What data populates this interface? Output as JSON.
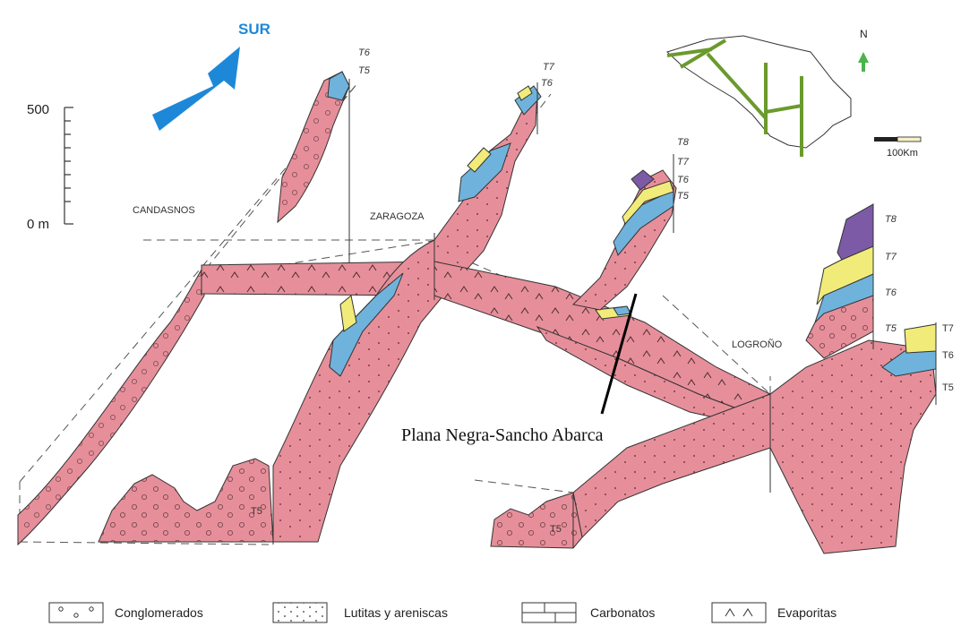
{
  "compass": {
    "arrow_label": "SUR",
    "north_label": "N"
  },
  "scale_bar": {
    "top_value": "500",
    "bottom_value": "0 m",
    "map_scale": "100Km"
  },
  "places": {
    "candasnos": "CANDASNOS",
    "zaragoza": "ZARAGOZA",
    "logrono": "LOGROÑO"
  },
  "annotation": "Plana Negra-Sancho Abarca",
  "units": {
    "candasnos_top": "T6",
    "candasnos_mid": "T5",
    "zaragoza_top": "T7",
    "zaragoza_mid": "T6",
    "central_t8": "T8",
    "central_t7": "T7",
    "central_t6": "T6",
    "central_t5": "T5",
    "logrono_t8": "T8",
    "logrono_t7": "T7",
    "logrono_t6": "T6",
    "logrono_t5": "T5",
    "east_t7": "T7",
    "east_t6": "T6",
    "east_t5": "T5",
    "base_left_t5": "T5",
    "base_right_t5": "T5"
  },
  "legend": [
    {
      "label": "Conglomerados",
      "pattern": "conglomerate"
    },
    {
      "label": "Lutitas y areniscas",
      "pattern": "sand"
    },
    {
      "label": "Carbonatos",
      "pattern": "carbonate"
    },
    {
      "label": "Evaporitas",
      "pattern": "evaporite"
    }
  ],
  "colors": {
    "red_unit": "#e68f9a",
    "blue_unit": "#6fb3dc",
    "yellow_unit": "#f1ec7a",
    "purple_unit": "#7d5aa6",
    "arrow": "#1e88d8",
    "map_lines": "#6b9a2d",
    "north_arrow": "#4bb34b"
  }
}
